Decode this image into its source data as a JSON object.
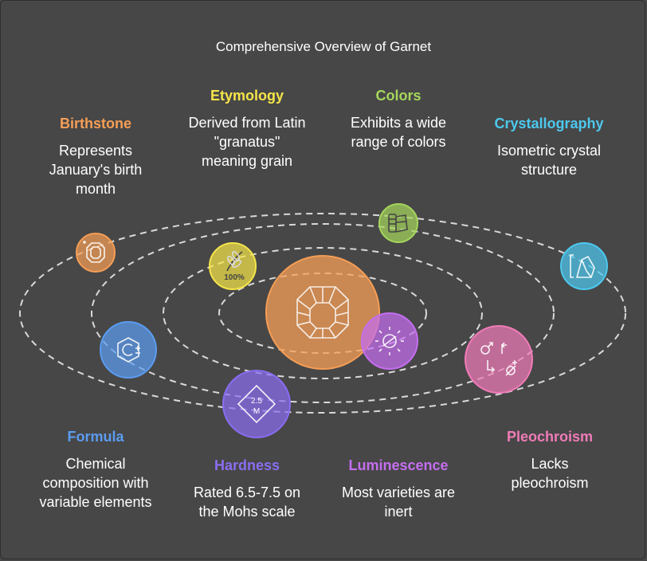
{
  "title": "Comprehensive Overview of Garnet",
  "colors": {
    "background": "#474747",
    "orbit": "#d9d9d9",
    "center": "#f59e56",
    "birthstone": "#f59e56",
    "etymology": "#f5e44a",
    "colors": "#a5d65c",
    "crystallography": "#4dc8ee",
    "formula": "#5b9cf0",
    "hardness": "#8a6df0",
    "luminescence": "#c56ef0",
    "pleochroism": "#f07bb8"
  },
  "center_icon": "octagon-gem-icon",
  "items": {
    "birthstone": {
      "title": "Birthstone",
      "lines": [
        "Represents",
        "January's birth",
        "month"
      ],
      "icon": "gem-icon"
    },
    "etymology": {
      "title": "Etymology",
      "lines": [
        "Derived from Latin",
        "\"granatus\"",
        "meaning grain"
      ],
      "icon": "grain-icon",
      "icon_text": "100%"
    },
    "colors": {
      "title": "Colors",
      "lines": [
        "Exhibits a wide",
        "range of colors"
      ],
      "icon": "color-palette-icon"
    },
    "crystallography": {
      "title": "Crystallography",
      "lines": [
        "Isometric crystal",
        "structure"
      ],
      "icon": "crystal-structure-icon"
    },
    "formula": {
      "title": "Formula",
      "lines": [
        "Chemical",
        "composition with",
        "variable elements"
      ],
      "icon": "formula-icon"
    },
    "hardness": {
      "title": "Hardness",
      "lines": [
        "Rated 6.5-7.5 on",
        "the Mohs scale"
      ],
      "icon": "hardness-icon",
      "icon_text": "2.5",
      "icon_subtext": "M"
    },
    "luminescence": {
      "title": "Luminescence",
      "lines": [
        "Most varieties are",
        "inert"
      ],
      "icon": "light-icon"
    },
    "pleochroism": {
      "title": "Pleochroism",
      "lines": [
        "Lacks",
        "pleochroism"
      ],
      "icon": "pleochroism-icon"
    }
  }
}
